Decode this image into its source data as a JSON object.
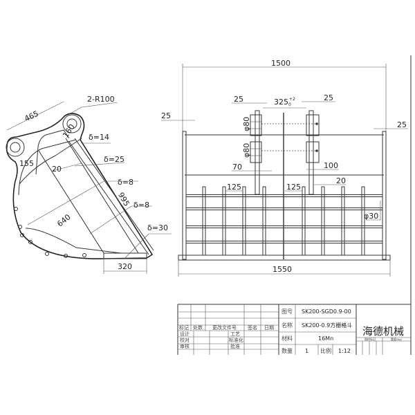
{
  "side_view": {
    "dim_465": "465",
    "dim_r100": "2-R100",
    "dim_160": "160",
    "dim_155": "155",
    "dim_20": "20",
    "delta_14": "δ=14",
    "delta_25": "δ=25",
    "delta_8a": "δ=8",
    "dim_995": "995",
    "delta_8b": "δ=8",
    "dim_640": "640",
    "delta_30": "δ=30",
    "dim_320": "320"
  },
  "front_view": {
    "dim_1500": "1500",
    "dim_1550": "1550",
    "dim_25_ear_left": "25",
    "dim_325": "325",
    "dim_325_tol_lower": "0",
    "dim_325_tol_upper": "+2",
    "dim_25_ear_right": "25",
    "dim_25_side_left": "25",
    "dim_25_side_right": "25",
    "dim_phi80_top": "φ80",
    "dim_phi80_bottom": "φ80",
    "dim_70": "70",
    "dim_100": "100",
    "dim_125_left": "125",
    "dim_125_right": "125",
    "dim_20": "20",
    "dim_phi30": "φ30"
  },
  "title_block": {
    "left_header": [
      "标记",
      "处数",
      "更改文件号",
      "签名",
      "日期"
    ],
    "design": "设计",
    "process": "工艺",
    "check": "校对",
    "standard": "标准化",
    "review": "审核",
    "approve": "批准",
    "drawing_no_label": "图号",
    "drawing_no": "SK200-SGD0.9-00",
    "name_label": "名称",
    "name": "SK200-0.9方栅格斗",
    "material_label": "材料",
    "material": "16Mn",
    "quantity_label": "数量",
    "quantity": "1",
    "scale_label": "比例",
    "scale": "1:12",
    "company": "海德机械",
    "mark_label": "图样标记",
    "weight_label": "重量(kg)"
  }
}
